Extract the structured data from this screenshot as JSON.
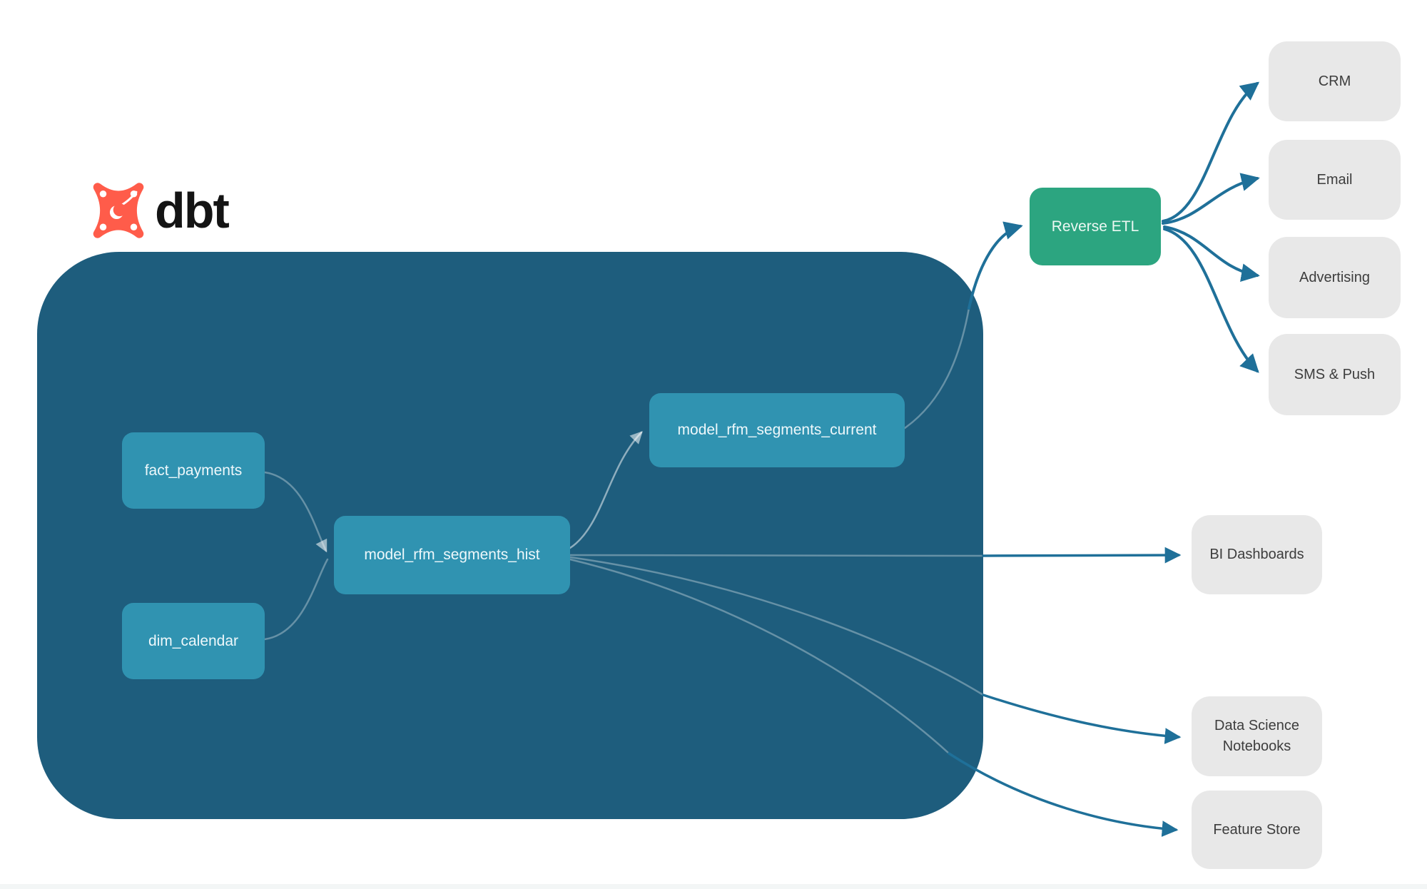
{
  "logo": {
    "brand_text": "dbt",
    "icon": "dbt-star-icon",
    "icon_color": "#ff5c4a"
  },
  "colors": {
    "warehouse_container": "#1e5d7d",
    "model_node": "#3093b1",
    "reverse_etl_node": "#2ca580",
    "destination_node": "#e8e8e8",
    "edge_arrow": "#1f7099",
    "node_text": "#eef8fb",
    "destination_text": "#3d3d3d"
  },
  "warehouse": {
    "nodes": {
      "fact_payments": {
        "label": "fact_payments"
      },
      "dim_calendar": {
        "label": "dim_calendar"
      },
      "model_rfm_segments_hist": {
        "label": "model_rfm_segments_hist"
      },
      "model_rfm_segments_current": {
        "label": "model_rfm_segments_current"
      }
    }
  },
  "activation": {
    "reverse_etl": {
      "label": "Reverse ETL"
    },
    "channels": {
      "crm": {
        "label": "CRM"
      },
      "email": {
        "label": "Email"
      },
      "advertising": {
        "label": "Advertising"
      },
      "sms_push": {
        "label": "SMS & Push"
      }
    }
  },
  "analytics": {
    "bi_dashboards": {
      "label": "BI Dashboards"
    },
    "data_science_notebooks": {
      "label": "Data Science Notebooks"
    },
    "feature_store": {
      "label": "Feature Store"
    }
  },
  "edges": [
    {
      "from": "fact_payments",
      "to": "model_rfm_segments_hist"
    },
    {
      "from": "dim_calendar",
      "to": "model_rfm_segments_hist"
    },
    {
      "from": "model_rfm_segments_hist",
      "to": "model_rfm_segments_current"
    },
    {
      "from": "model_rfm_segments_current",
      "to": "Reverse ETL"
    },
    {
      "from": "Reverse ETL",
      "to": "CRM"
    },
    {
      "from": "Reverse ETL",
      "to": "Email"
    },
    {
      "from": "Reverse ETL",
      "to": "Advertising"
    },
    {
      "from": "Reverse ETL",
      "to": "SMS & Push"
    },
    {
      "from": "model_rfm_segments_hist",
      "to": "BI Dashboards"
    },
    {
      "from": "model_rfm_segments_hist",
      "to": "Data Science Notebooks"
    },
    {
      "from": "model_rfm_segments_hist",
      "to": "Feature Store"
    }
  ]
}
